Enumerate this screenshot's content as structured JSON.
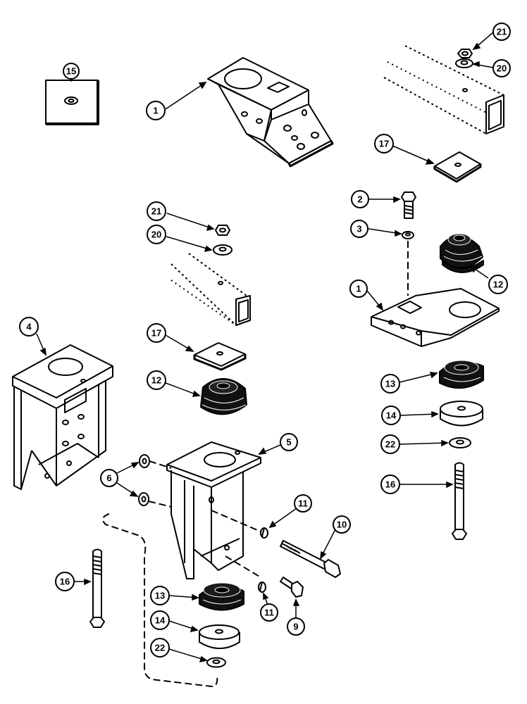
{
  "diagram": {
    "callouts": [
      {
        "id": "c15",
        "label": "15"
      },
      {
        "id": "c1a",
        "label": "1"
      },
      {
        "id": "c21a",
        "label": "21"
      },
      {
        "id": "c20a",
        "label": "20"
      },
      {
        "id": "c17a",
        "label": "17"
      },
      {
        "id": "c2",
        "label": "2"
      },
      {
        "id": "c3",
        "label": "3"
      },
      {
        "id": "c12a",
        "label": "12"
      },
      {
        "id": "c1b",
        "label": "1"
      },
      {
        "id": "c21b",
        "label": "21"
      },
      {
        "id": "c20b",
        "label": "20"
      },
      {
        "id": "c4",
        "label": "4"
      },
      {
        "id": "c17b",
        "label": "17"
      },
      {
        "id": "c12b",
        "label": "12"
      },
      {
        "id": "c13a",
        "label": "13"
      },
      {
        "id": "c14a",
        "label": "14"
      },
      {
        "id": "c22a",
        "label": "22"
      },
      {
        "id": "c16a",
        "label": "16"
      },
      {
        "id": "c5",
        "label": "5"
      },
      {
        "id": "c6",
        "label": "6"
      },
      {
        "id": "c11a",
        "label": "11"
      },
      {
        "id": "c10",
        "label": "10"
      },
      {
        "id": "c16b",
        "label": "16"
      },
      {
        "id": "c13b",
        "label": "13"
      },
      {
        "id": "c11b",
        "label": "11"
      },
      {
        "id": "c9",
        "label": "9"
      },
      {
        "id": "c14b",
        "label": "14"
      },
      {
        "id": "c22b",
        "label": "22"
      }
    ]
  }
}
